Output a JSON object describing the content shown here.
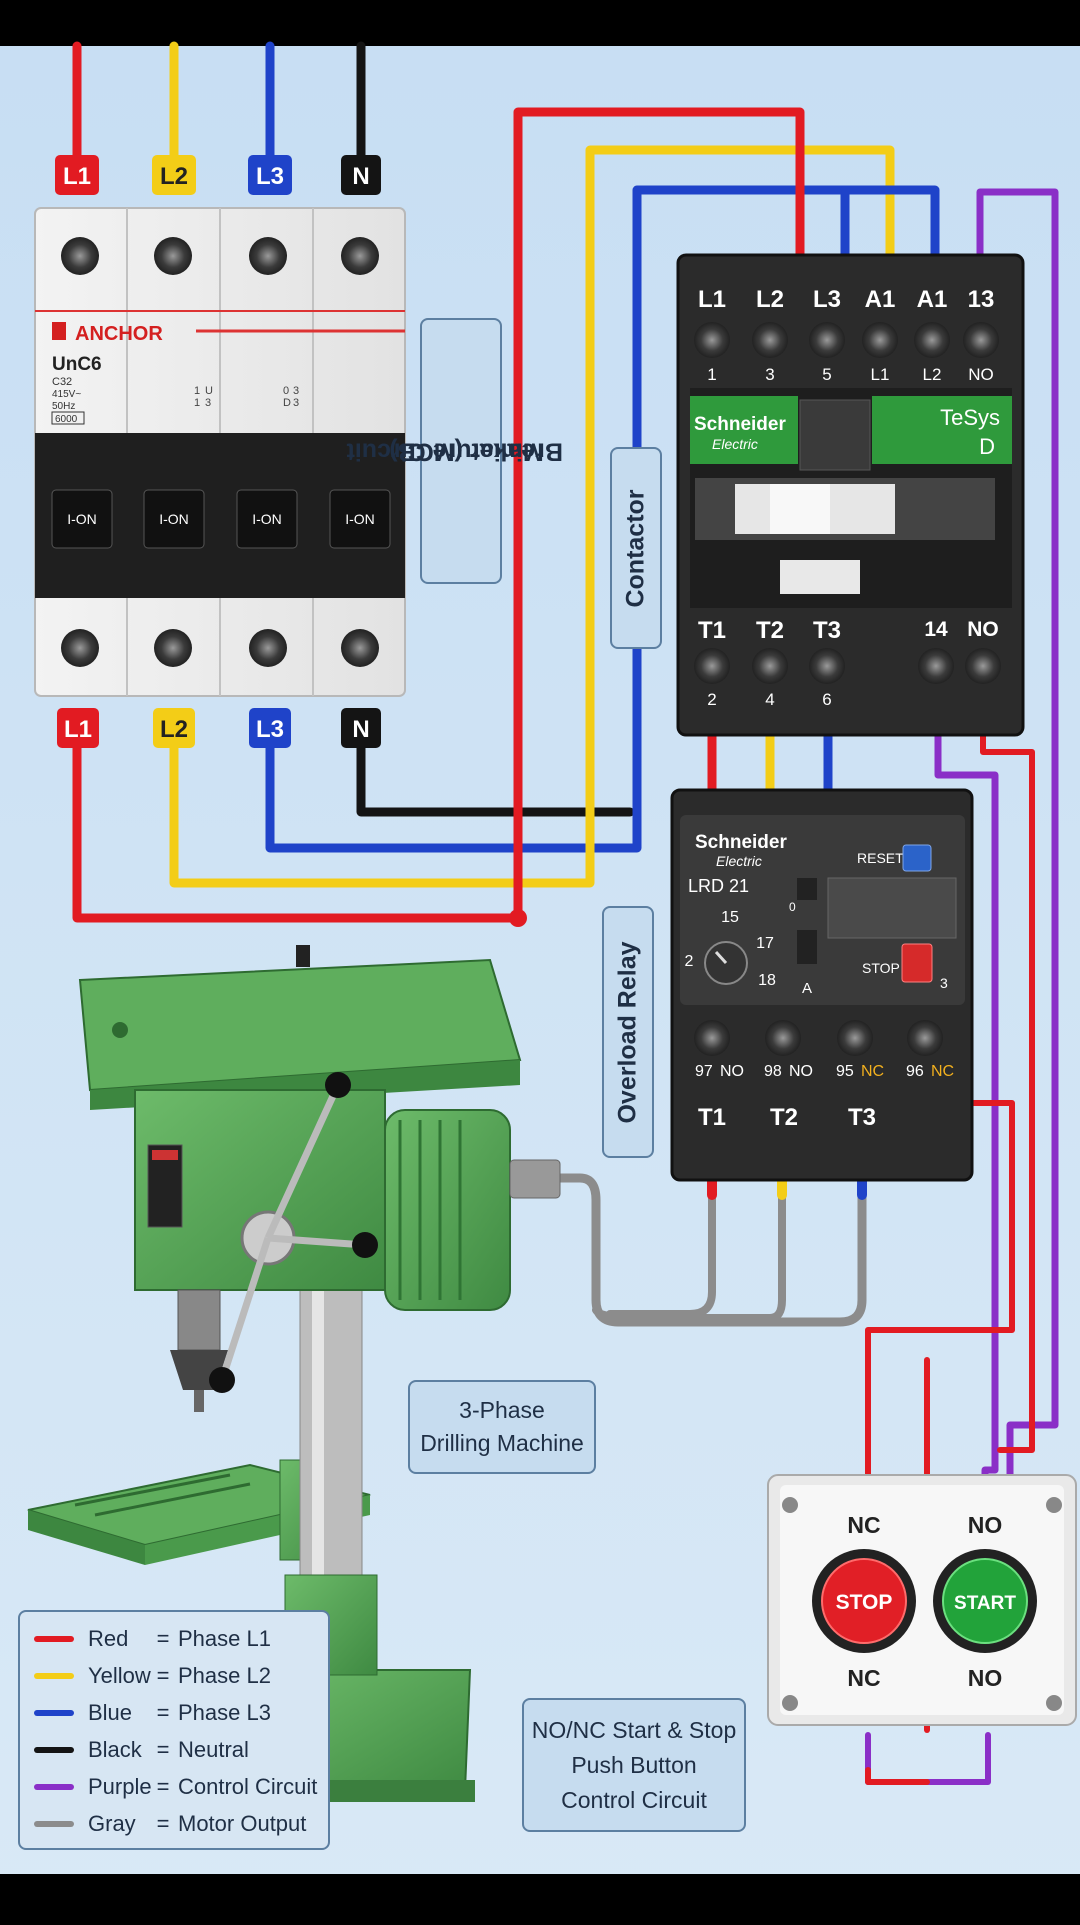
{
  "mcb": {
    "brand": "ANCHOR",
    "model": "UnC6",
    "spec_lines": [
      "C32",
      "415V~",
      "50Hz",
      "6000"
    ],
    "terminal_marks": [
      [
        "1",
        "U",
        "1",
        "3"
      ],
      [
        "0",
        "3",
        "D",
        "3"
      ]
    ],
    "top_labels": [
      "L1",
      "L2",
      "L3",
      "N"
    ],
    "bottom_labels": [
      "L1",
      "L2",
      "L3",
      "N"
    ],
    "switch_labels": [
      "I-ON",
      "I-ON",
      "I-ON",
      "I-ON"
    ],
    "caption_lines": [
      "Miniature Circuit",
      "Breaker (MCB)"
    ]
  },
  "contactor": {
    "brand_line1": "Schneider",
    "brand_line2": "Electric",
    "model_line1": "TeSys",
    "model_line2": "D",
    "top_terminals": [
      "L1",
      "L2",
      "L3",
      "A1",
      "A1",
      "13"
    ],
    "top_numbers": [
      "1",
      "3",
      "5",
      "L1",
      "L2",
      "NO"
    ],
    "bottom_terminals": [
      "T1",
      "T2",
      "T3",
      "14",
      "NO"
    ],
    "bottom_numbers": [
      "2",
      "4",
      "6"
    ],
    "caption": "Contactor"
  },
  "overload": {
    "brand_line1": "Schneider",
    "brand_line2": "Electric",
    "model": "LRD 21",
    "reset_label": "RESET",
    "stop_label": "STOP",
    "dial_marks": [
      "15",
      "17",
      "18",
      "2"
    ],
    "small_marks": [
      "0",
      "A",
      "3"
    ],
    "terminals": [
      {
        "num": "97",
        "type": "NO"
      },
      {
        "num": "98",
        "type": "NO"
      },
      {
        "num": "95",
        "type": "NC"
      },
      {
        "num": "96",
        "type": "NC"
      }
    ],
    "output_labels": [
      "T1",
      "T2",
      "T3"
    ],
    "caption": "Overload Relay"
  },
  "machine": {
    "caption_lines": [
      "3-Phase",
      "Drilling Machine"
    ]
  },
  "pushbutton": {
    "stop_label": "STOP",
    "start_label": "START",
    "top_left": "NC",
    "top_right": "NO",
    "bottom_left": "NC",
    "bottom_right": "NO",
    "caption_lines": [
      "NO/NC Start & Stop",
      "Push Button",
      "Control Circuit"
    ]
  },
  "legend": [
    {
      "color_name": "Red",
      "meaning": "Phase L1",
      "hex": "#e21b22"
    },
    {
      "color_name": "Yellow",
      "meaning": "Phase L2",
      "hex": "#f3cd17"
    },
    {
      "color_name": "Blue",
      "meaning": "Phase L3",
      "hex": "#1f43c9"
    },
    {
      "color_name": "Black",
      "meaning": "Neutral",
      "hex": "#141414"
    },
    {
      "color_name": "Purple",
      "meaning": "Control Circuit",
      "hex": "#8a2fc7"
    },
    {
      "color_name": "Gray",
      "meaning": "Motor Output",
      "hex": "#8c8c8c"
    }
  ],
  "legend_equals": "=",
  "colors": {
    "red": "#e21b22",
    "yellow": "#f3cd17",
    "blue": "#1f43c9",
    "black": "#141414",
    "purple": "#8a2fc7",
    "gray": "#8c8c8c",
    "schneider_green": "#2f9a3c",
    "machine_green": "#4fa050",
    "background": "#cfe3f5"
  }
}
